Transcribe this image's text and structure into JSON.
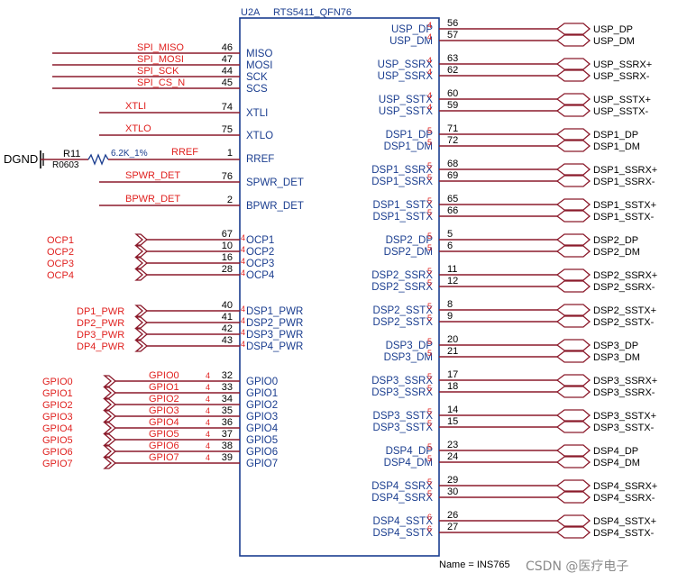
{
  "component": {
    "refdes": "U2A",
    "part": "RTS5411_QFN76",
    "name_label": "Name = INS765"
  },
  "left_pins": [
    {
      "num": "46",
      "name": "MISO",
      "net": "SPI_MISO"
    },
    {
      "num": "47",
      "name": "MOSI",
      "net": "SPI_MOSI"
    },
    {
      "num": "44",
      "name": "SCK",
      "net": "SPI_SCK"
    },
    {
      "num": "45",
      "name": "SCS",
      "net": "SPI_CS_N"
    },
    {
      "num": "74",
      "name": "XTLI",
      "net": "XTLI"
    },
    {
      "num": "75",
      "name": "XTLO",
      "net": "XTLO"
    },
    {
      "num": "1",
      "name": "RREF",
      "net": "RREF"
    },
    {
      "num": "76",
      "name": "SPWR_DET",
      "net": "SPWR_DET"
    },
    {
      "num": "2",
      "name": "BPWR_DET",
      "net": "BPWR_DET"
    },
    {
      "num": "67",
      "name": "OCP1",
      "net": "OCP1",
      "mark": "4"
    },
    {
      "num": "10",
      "name": "OCP2",
      "net": "OCP2",
      "mark": "4"
    },
    {
      "num": "16",
      "name": "OCP3",
      "net": "OCP3",
      "mark": "4"
    },
    {
      "num": "28",
      "name": "OCP4",
      "net": "OCP4",
      "mark": "4"
    },
    {
      "num": "40",
      "name": "DSP1_PWR",
      "net": "DP1_PWR",
      "mark": "4"
    },
    {
      "num": "41",
      "name": "DSP2_PWR",
      "net": "DP2_PWR",
      "mark": "4"
    },
    {
      "num": "42",
      "name": "DSP3_PWR",
      "net": "DP3_PWR",
      "mark": "4"
    },
    {
      "num": "43",
      "name": "DSP4_PWR",
      "net": "DP4_PWR",
      "mark": "4"
    },
    {
      "num": "32",
      "name": "GPIO0",
      "net": "GPIO0",
      "port": "GPIO0",
      "mark": "4"
    },
    {
      "num": "33",
      "name": "GPIO1",
      "net": "GPIO1",
      "port": "GPIO1",
      "mark": "4"
    },
    {
      "num": "34",
      "name": "GPIO2",
      "net": "GPIO2",
      "port": "GPIO2",
      "mark": "4"
    },
    {
      "num": "35",
      "name": "GPIO3",
      "net": "GPIO3",
      "port": "GPIO3",
      "mark": "4"
    },
    {
      "num": "36",
      "name": "GPIO4",
      "net": "GPIO4",
      "port": "GPIO4",
      "mark": "4"
    },
    {
      "num": "37",
      "name": "GPIO5",
      "net": "GPIO5",
      "port": "GPIO5",
      "mark": "4"
    },
    {
      "num": "38",
      "name": "GPIO6",
      "net": "GPIO6",
      "port": "GPIO6",
      "mark": "4"
    },
    {
      "num": "39",
      "name": "GPIO7",
      "net": "GPIO7",
      "port": "GPIO7",
      "mark": "4"
    }
  ],
  "right_pins": [
    {
      "num": "56",
      "name": "USP_DP",
      "net": "USP_DP",
      "mark": "4"
    },
    {
      "num": "57",
      "name": "USP_DM",
      "net": "USP_DM",
      "mark": "4"
    },
    {
      "num": "63",
      "name": "USP_SSRX",
      "net": "USP_SSRX+",
      "mark": "4"
    },
    {
      "num": "62",
      "name": "USP_SSRX",
      "net": "USP_SSRX-",
      "mark": "4"
    },
    {
      "num": "60",
      "name": "USP_SSTX",
      "net": "USP_SSTX+",
      "mark": "4"
    },
    {
      "num": "59",
      "name": "USP_SSTX",
      "net": "USP_SSTX-",
      "mark": "4"
    },
    {
      "num": "71",
      "name": "DSP1_DP",
      "net": "DSP1_DP",
      "mark": "5"
    },
    {
      "num": "72",
      "name": "DSP1_DM",
      "net": "DSP1_DM",
      "mark": "5"
    },
    {
      "num": "68",
      "name": "DSP1_SSRX",
      "net": "DSP1_SSRX+",
      "mark": "5"
    },
    {
      "num": "69",
      "name": "DSP1_SSRX",
      "net": "DSP1_SSRX-",
      "mark": "5"
    },
    {
      "num": "65",
      "name": "DSP1_SSTX",
      "net": "DSP1_SSTX+",
      "mark": "5"
    },
    {
      "num": "66",
      "name": "DSP1_SSTX",
      "net": "DSP1_SSTX-",
      "mark": "5"
    },
    {
      "num": "5",
      "name": "DSP2_DP",
      "net": "DSP2_DP",
      "mark": "5"
    },
    {
      "num": "6",
      "name": "DSP2_DM",
      "net": "DSP2_DM",
      "mark": "5"
    },
    {
      "num": "11",
      "name": "DSP2_SSRX",
      "net": "DSP2_SSRX+",
      "mark": "5"
    },
    {
      "num": "12",
      "name": "DSP2_SSRX",
      "net": "DSP2_SSRX-",
      "mark": "5"
    },
    {
      "num": "8",
      "name": "DSP2_SSTX",
      "net": "DSP2_SSTX+",
      "mark": "5"
    },
    {
      "num": "9",
      "name": "DSP2_SSTX",
      "net": "DSP2_SSTX-",
      "mark": "5"
    },
    {
      "num": "20",
      "name": "DSP3_DP",
      "net": "DSP3_DP",
      "mark": "5"
    },
    {
      "num": "21",
      "name": "DSP3_DM",
      "net": "DSP3_DM",
      "mark": "5"
    },
    {
      "num": "17",
      "name": "DSP3_SSRX",
      "net": "DSP3_SSRX+",
      "mark": "5"
    },
    {
      "num": "18",
      "name": "DSP3_SSRX",
      "net": "DSP3_SSRX-",
      "mark": "5"
    },
    {
      "num": "14",
      "name": "DSP3_SSTX",
      "net": "DSP3_SSTX+",
      "mark": "5"
    },
    {
      "num": "15",
      "name": "DSP3_SSTX",
      "net": "DSP3_SSTX-",
      "mark": "5"
    },
    {
      "num": "23",
      "name": "DSP4_DP",
      "net": "DSP4_DP",
      "mark": "5"
    },
    {
      "num": "24",
      "name": "DSP4_DM",
      "net": "DSP4_DM",
      "mark": "5"
    },
    {
      "num": "29",
      "name": "DSP4_SSRX",
      "net": "DSP4_SSRX+",
      "mark": "5"
    },
    {
      "num": "30",
      "name": "DSP4_SSRX",
      "net": "DSP4_SSRX-",
      "mark": "5"
    },
    {
      "num": "26",
      "name": "DSP4_SSTX",
      "net": "DSP4_SSTX+",
      "mark": "6"
    },
    {
      "num": "27",
      "name": "DSP4_SSTX",
      "net": "DSP4_SSTX-",
      "mark": "6"
    }
  ],
  "resistor": {
    "refdes": "R11",
    "footprint": "R0603",
    "value": "6.2K_1%",
    "ground_net": "DGND"
  },
  "watermark": "CSDN @医疗电子",
  "colors": {
    "pin_text": "#1a3d8f",
    "net_text": "#e0211f",
    "wire": "#8b1a2b",
    "box": "#1a3d8f"
  }
}
